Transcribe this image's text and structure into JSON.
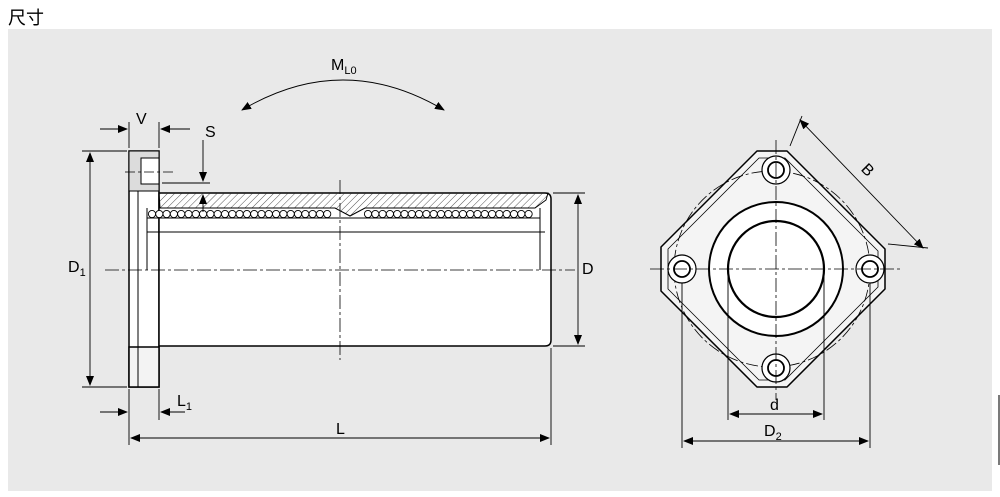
{
  "page": {
    "title": "尺寸"
  },
  "labels": {
    "moment": {
      "main": "M",
      "sub": "L0"
    },
    "v": "V",
    "s": "S",
    "d1": {
      "main": "D",
      "sub": "1"
    },
    "d": "D",
    "l1": {
      "main": "L",
      "sub": "1"
    },
    "l": "L",
    "b": "B",
    "bore": "d",
    "d2": {
      "main": "D",
      "sub": "2"
    }
  },
  "colors": {
    "panel": "#e9e9e9",
    "line": "#000000",
    "hatch": "#555555"
  }
}
